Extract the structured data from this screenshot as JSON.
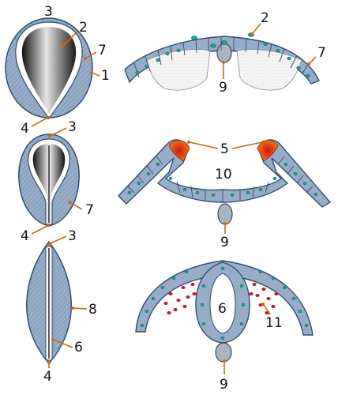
{
  "labels": {
    "n1": "1",
    "n2": "2",
    "n3": "3",
    "n4": "4",
    "n5": "5",
    "n6": "6",
    "n7": "7",
    "n8": "8",
    "n9": "9",
    "n10": "10",
    "n11": "11"
  },
  "colors": {
    "tissue": "#97acc8",
    "outline": "#2f4e6e",
    "nucleus": "#1aa88f",
    "pointer": "#c96a10",
    "neural_crest": "#e0491b",
    "migrating_cells": "#cc1122",
    "notochord": "#aab4c0"
  }
}
